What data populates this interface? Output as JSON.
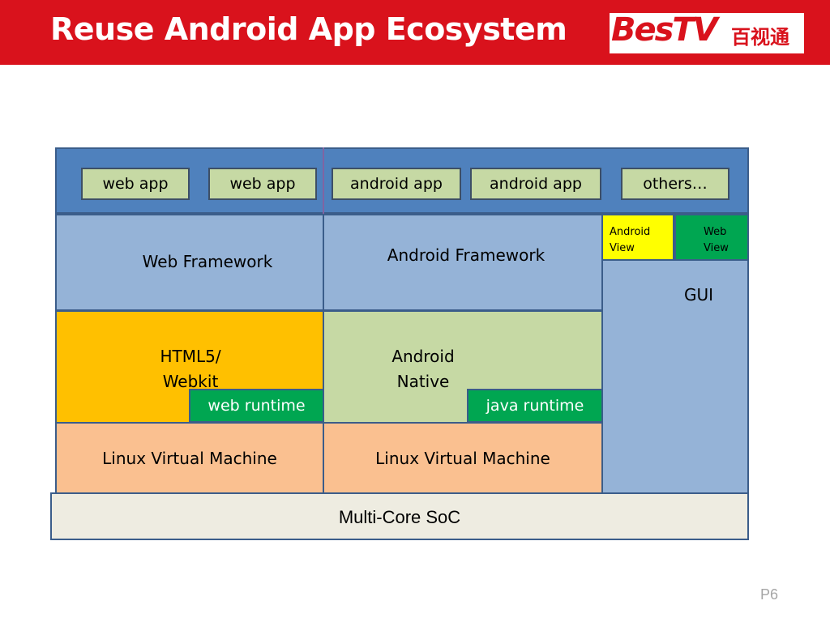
{
  "slide": {
    "title": "Reuse Android App Ecosystem",
    "logo_latin": "BesTV",
    "logo_cjk": "百视通",
    "page_number": "P6"
  },
  "apps": [
    "web app",
    "web app",
    "android app",
    "android app",
    "others…"
  ],
  "frameworks": {
    "web": "Web Framework",
    "android": "Android Framework",
    "gui": "GUI",
    "android_view_line1": "Android",
    "android_view_line2": "View",
    "web_view_line1": "Web",
    "web_view_line2": "View"
  },
  "runtimes": {
    "html5_line1": "HTML5/",
    "html5_line2": "Webkit",
    "native_line1": "Android",
    "native_line2": "Native",
    "web_runtime": "web runtime",
    "java_runtime": "java runtime"
  },
  "vms": {
    "left": "Linux Virtual Machine",
    "right": "Linux Virtual Machine"
  },
  "soc": "Multi-Core SoC",
  "colors": {
    "header_red": "#d9121c",
    "app_layer_blue": "#4f81bd",
    "framework_blue": "#95b3d7",
    "html5_orange": "#ffc000",
    "native_green": "#c6d9a4",
    "runtime_green": "#00a651",
    "vm_peach": "#fac090",
    "soc_gray": "#eeece1",
    "android_view_yellow": "#ffff00"
  }
}
